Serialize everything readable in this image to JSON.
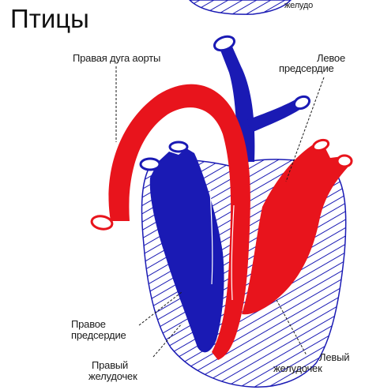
{
  "title": "Птицы",
  "labels": {
    "top_fragment": "желудо",
    "right_aorta": "Правая дуга аорты",
    "left_atrium_1": "Левое",
    "left_atrium_2": "предсердие",
    "right_atrium_1": "Правое",
    "right_atrium_2": "предсердие",
    "right_ventricle_1": "Правый",
    "right_ventricle_2": "желудочек",
    "left_ventricle_1": "Левый",
    "left_ventricle_2": "желудочек"
  },
  "colors": {
    "oxygenated": "#e8141c",
    "deoxygenated": "#1a1ab4",
    "hatch": "#1a1ab4",
    "background": "#ffffff"
  }
}
